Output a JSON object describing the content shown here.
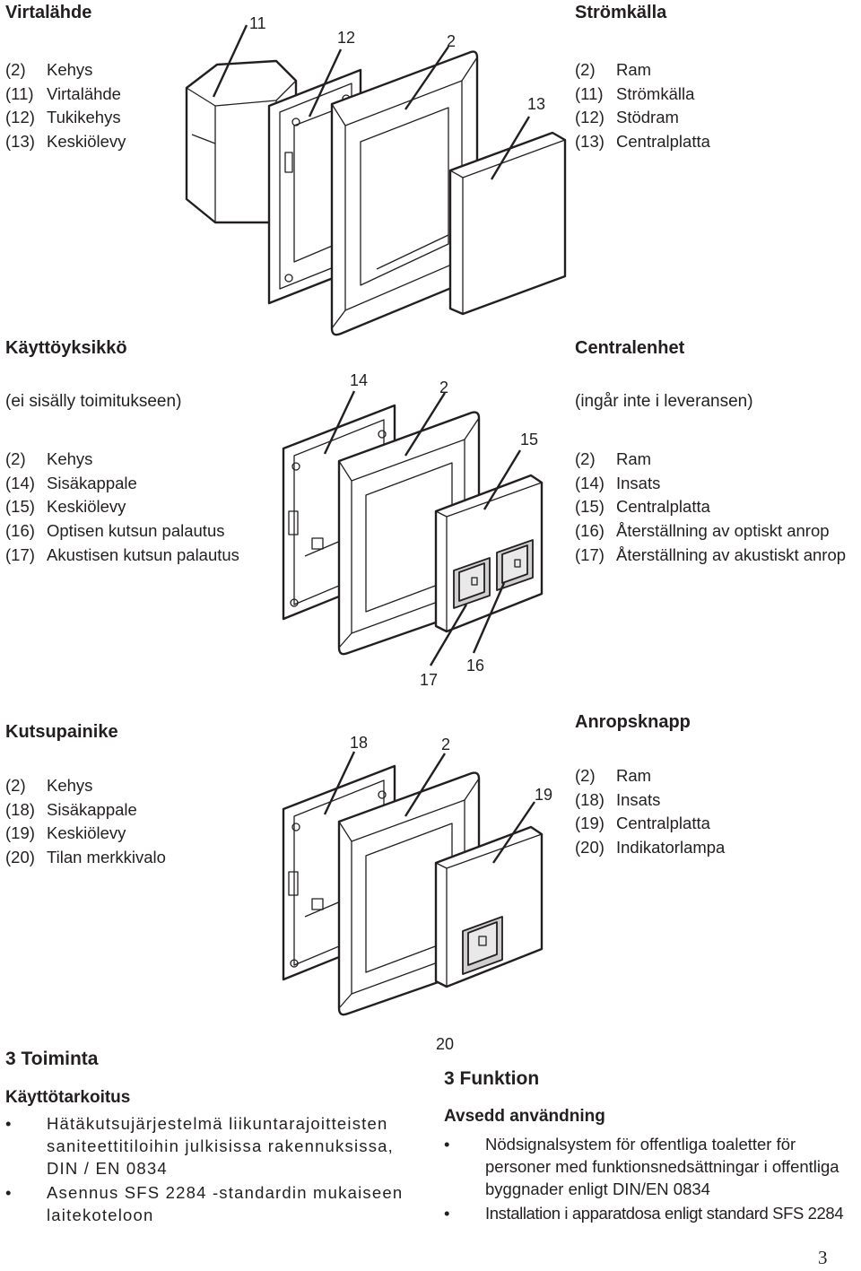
{
  "blocks": [
    {
      "fi_title": "Virtalähde",
      "fi_items": [
        [
          "(2)",
          "Kehys"
        ],
        [
          "(11)",
          "Virtalähde"
        ],
        [
          "(12)",
          "Tukikehys"
        ],
        [
          "(13)",
          "Keskiölevy"
        ]
      ],
      "sv_title": "Strömkälla",
      "sv_items": [
        [
          "(2)",
          "Ram"
        ],
        [
          "(11)",
          "Strömkälla"
        ],
        [
          "(12)",
          "Stödram"
        ],
        [
          "(13)",
          "Centralplatta"
        ]
      ],
      "callouts": [
        "11",
        "12",
        "2",
        "13"
      ]
    },
    {
      "fi_title": "Käyttöyksikkö",
      "fi_note": "(ei sisälly toimitukseen)",
      "fi_items": [
        [
          "(2)",
          "Kehys"
        ],
        [
          "(14)",
          "Sisäkappale"
        ],
        [
          "(15)",
          "Keskiölevy"
        ],
        [
          "(16)",
          "Optisen kutsun palautus"
        ],
        [
          "(17)",
          "Akustisen kutsun palautus"
        ]
      ],
      "sv_title": "Centralenhet",
      "sv_note": "(ingår inte i leveransen)",
      "sv_items": [
        [
          "(2)",
          "Ram"
        ],
        [
          "(14)",
          "Insats"
        ],
        [
          "(15)",
          "Centralplatta"
        ],
        [
          "(16)",
          "Återställning av optiskt anrop"
        ],
        [
          "(17)",
          "Återställning av akustiskt anrop"
        ]
      ],
      "callouts": [
        "14",
        "2",
        "15",
        "17",
        "16"
      ]
    },
    {
      "fi_title": "Kutsupainike",
      "fi_items": [
        [
          "(2)",
          "Kehys"
        ],
        [
          "(18)",
          "Sisäkappale"
        ],
        [
          "(19)",
          "Keskiölevy"
        ],
        [
          "(20)",
          "Tilan merkkivalo"
        ]
      ],
      "sv_title": "Anropsknapp",
      "sv_items": [
        [
          "(2)",
          "Ram"
        ],
        [
          "(18)",
          "Insats"
        ],
        [
          "(19)",
          "Centralplatta"
        ],
        [
          "(20)",
          "Indikatorlampa"
        ]
      ],
      "callouts": [
        "18",
        "2",
        "19",
        "20"
      ]
    }
  ],
  "fi_section": {
    "heading": "3 Toiminta",
    "subheading": "Käyttötarkoitus",
    "bullets": [
      "Hätäkutsujärjestelmä liikuntarajoitteisten saniteettitiloihin julkisissa rakennuksissa, DIN / EN 0834",
      "Asennus SFS 2284 -standardin mukaiseen laitekoteloon"
    ]
  },
  "sv_section": {
    "heading": "3 Funktion",
    "subheading": "Avsedd användning",
    "bullets": [
      "Nödsignalsystem för offentliga toaletter för personer med funktionsnedsättningar i offentliga byggnader enligt DIN/EN 0834",
      "Installation i apparatdosa enligt standard SFS 2284"
    ]
  },
  "page_number": "3"
}
